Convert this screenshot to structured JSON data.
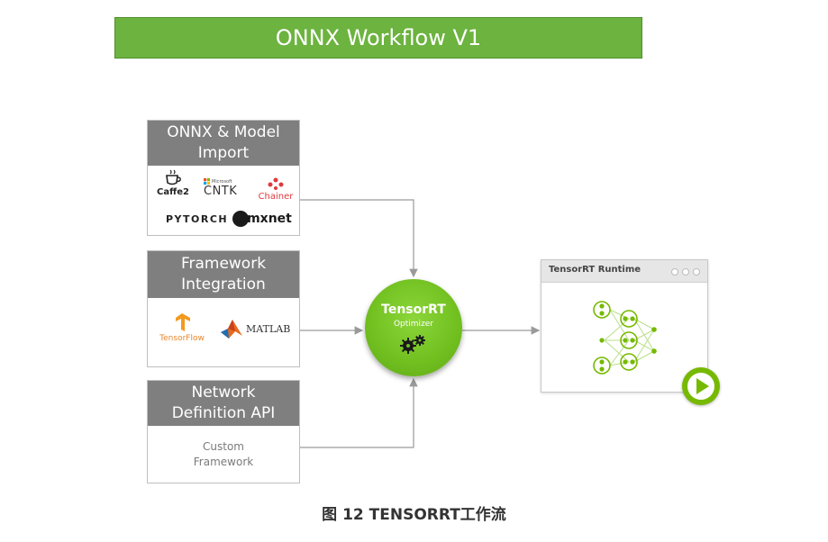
{
  "title": "ONNX Workflow V1",
  "panels": {
    "import": {
      "header_line1": "ONNX & Model",
      "header_line2": "Import",
      "logos": {
        "caffe2": "Caffe2",
        "cntk_small": "Microsoft",
        "cntk": "CNTK",
        "chainer": "Chainer",
        "pytorch": "PYTORCH",
        "mxnet": "mxnet"
      }
    },
    "framework": {
      "header_line1": "Framework",
      "header_line2": "Integration",
      "logos": {
        "tensorflow": "TensorFlow",
        "matlab": "MATLAB"
      }
    },
    "network": {
      "header_line1": "Network",
      "header_line2": "Definition API",
      "body_line1": "Custom",
      "body_line2": "Framework"
    }
  },
  "optimizer": {
    "title": "TensorRT",
    "subtitle": "Optimizer"
  },
  "runtime": {
    "title": "TensorRT Runtime"
  },
  "caption": "图 12 TENSORRT工作流",
  "colors": {
    "accent_green": "#76b900",
    "banner_green": "#6cb33f",
    "header_gray": "#7f7f7f"
  }
}
